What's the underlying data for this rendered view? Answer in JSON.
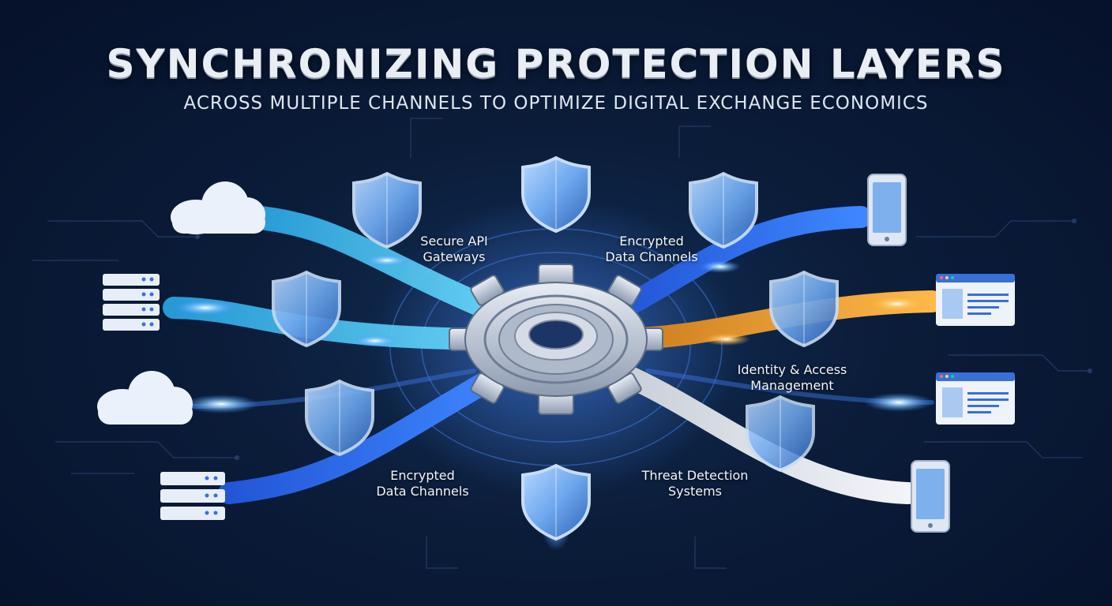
{
  "header": {
    "title": "SYNCHRONIZING PROTECTION LAYERS",
    "subtitle": "ACROSS MULTIPLE CHANNELS TO OPTIMIZE DIGITAL EXCHANGE ECONOMICS"
  },
  "labels": {
    "secure_api": {
      "line1": "Secure API",
      "line2": "Gateways"
    },
    "encrypted_top": {
      "line1": "Encrypted",
      "line2": "Data Channels"
    },
    "identity": {
      "line1": "Identity & Access",
      "line2": "Management"
    },
    "encrypted_bottom": {
      "line1": "Encrypted",
      "line2": "Data Channels"
    },
    "threat": {
      "line1": "Threat Detection",
      "line2": "Systems"
    }
  },
  "colors": {
    "background": "#0b1d3a",
    "cyan_channel": "#37c8ff",
    "blue_channel": "#2f6cf0",
    "orange_channel": "#f5a623",
    "white_channel": "#dfe3ea",
    "shield": "#7fb3ee"
  },
  "icons": {
    "left": [
      "cloud-icon",
      "server-icon",
      "cloud-icon",
      "server-icon"
    ],
    "right": [
      "smartphone-icon",
      "browser-window-icon",
      "browser-window-icon",
      "smartphone-icon"
    ],
    "center": "gear-icon",
    "nodes": "shield-icon"
  }
}
